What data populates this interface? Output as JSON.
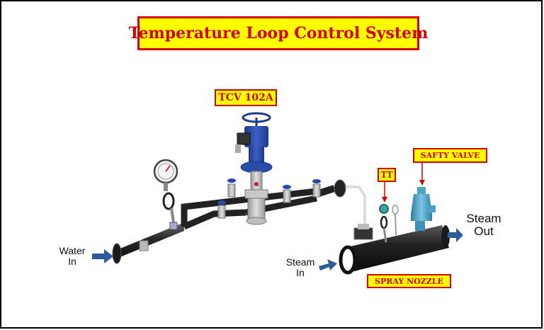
{
  "title": "Temperature Loop Control System",
  "tags": {
    "tcv": "TCV 102A",
    "tt": "TT",
    "safety_valve": "SAFTY VALVE",
    "spray_nozzle": "SPRAY NOZZLE"
  },
  "flows": {
    "water_in": [
      "Water",
      "In"
    ],
    "steam_in": [
      "Steam",
      "In"
    ],
    "steam_out": [
      "Steam",
      "Out"
    ]
  },
  "colors": {
    "tag_fill": "#ffff00",
    "tag_border": "#d40000",
    "tag_text": "#d40000",
    "pipe": "#2a2a2a",
    "valve_blue": "#2a4aa8",
    "arrow_blue": "#2d5b9a",
    "safety_valve": "#4aa3c8"
  }
}
